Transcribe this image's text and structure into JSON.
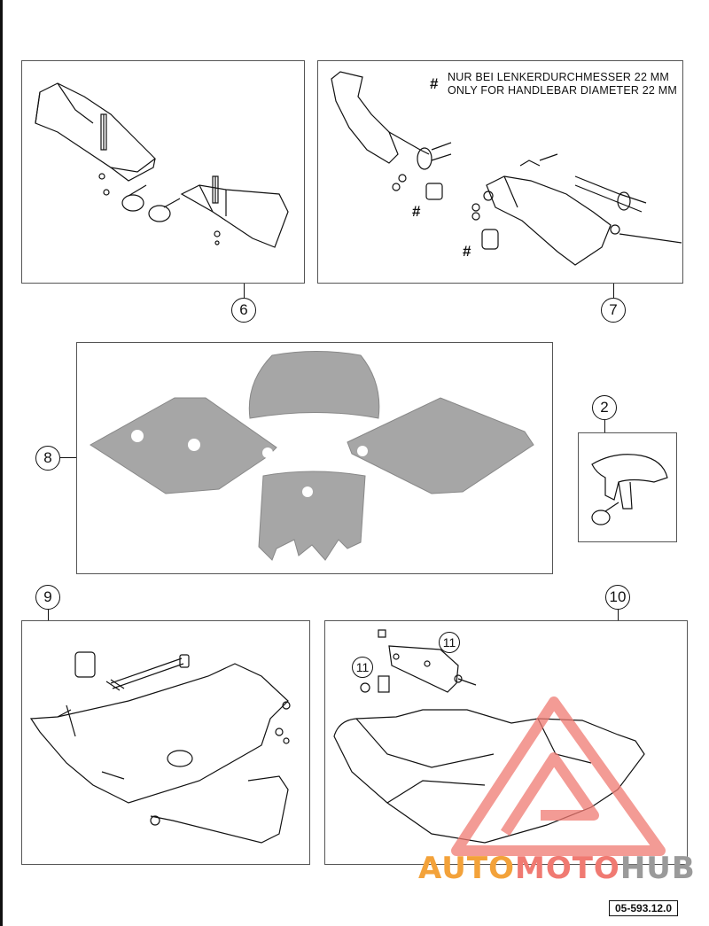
{
  "panels": {
    "p6": {
      "callout": "6"
    },
    "p7": {
      "callout": "7",
      "note_de": "NUR BEI LENKERDURCHMESSER 22 MM",
      "note_en": "ONLY FOR HANDLEBAR DIAMETER 22 MM",
      "hash": "#"
    },
    "p8": {
      "callout": "8"
    },
    "p2": {
      "callout": "2"
    },
    "p9": {
      "callout": "9"
    },
    "p10": {
      "callout": "10",
      "sub_callout": "11"
    }
  },
  "watermark": {
    "part1": "AUTO",
    "part2": "MOTO",
    "part3": "HUB"
  },
  "doc_number": "05-593.12.0",
  "colors": {
    "line": "#111111",
    "decal_fill": "#a6a6a6",
    "logo": "#f07a72"
  }
}
